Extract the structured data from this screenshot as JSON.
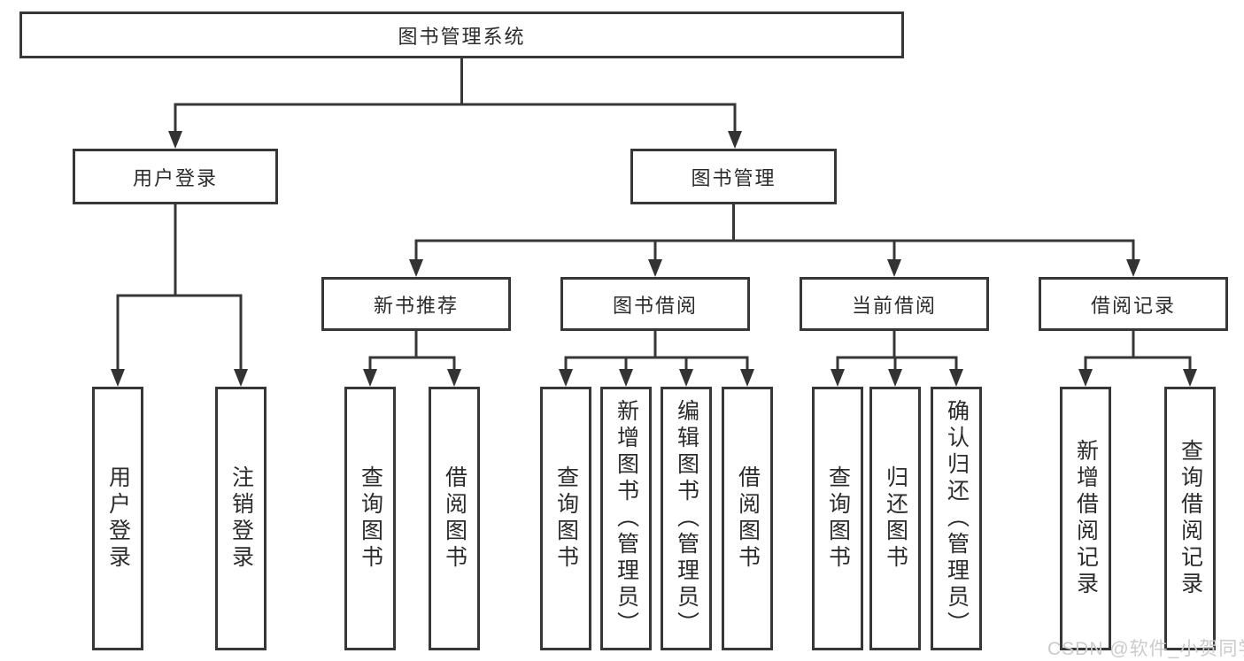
{
  "diagram": {
    "type": "hierarchy-tree",
    "colors": {
      "line": "#373737",
      "box_border": "#373737",
      "box_fill": "#ffffff",
      "text": "#2b2b2b",
      "watermark": "#cbcbcb",
      "background": "#ffffff"
    },
    "tree": {
      "label": "图书管理系统",
      "children": [
        {
          "label": "用户登录",
          "children": [
            {
              "label": "用户登录"
            },
            {
              "label": "注销登录"
            }
          ]
        },
        {
          "label": "图书管理",
          "children": [
            {
              "label": "新书推荐",
              "children": [
                {
                  "label": "查询图书"
                },
                {
                  "label": "借阅图书"
                }
              ]
            },
            {
              "label": "图书借阅",
              "children": [
                {
                  "label": "查询图书"
                },
                {
                  "label": "新增图书（管理员）"
                },
                {
                  "label": "编辑图书（管理员）"
                },
                {
                  "label": "借阅图书"
                }
              ]
            },
            {
              "label": "当前借阅",
              "children": [
                {
                  "label": "查询图书"
                },
                {
                  "label": "归还图书"
                },
                {
                  "label": "确认归还（管理员）"
                }
              ]
            },
            {
              "label": "借阅记录",
              "children": [
                {
                  "label": "新增借阅记录"
                },
                {
                  "label": "查询借阅记录"
                }
              ]
            }
          ]
        }
      ]
    },
    "watermark": "CSDN @软件_小贺同学"
  }
}
